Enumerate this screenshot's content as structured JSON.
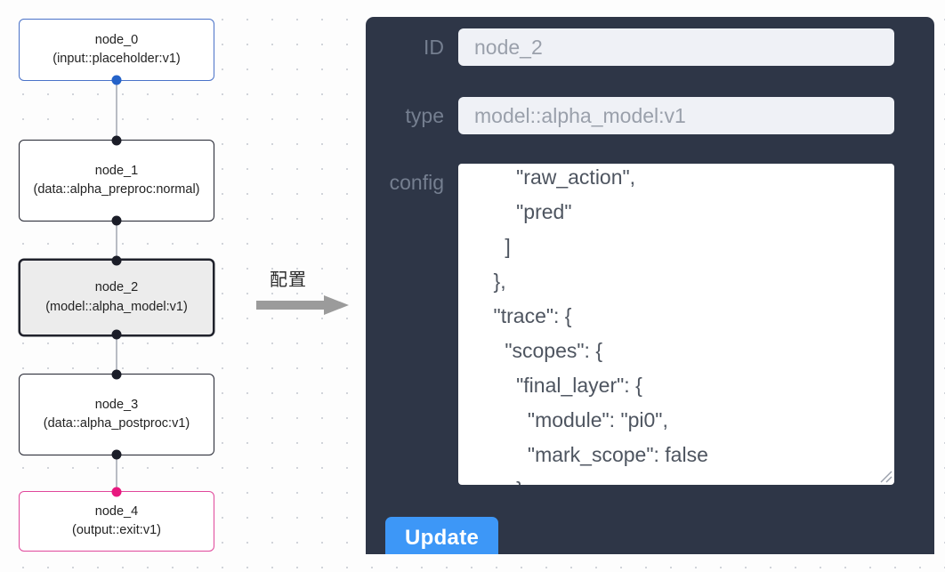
{
  "canvas": {
    "nodes": [
      {
        "id": "node_0",
        "label": "node_0\n(input::placeholder:v1)",
        "state": "input"
      },
      {
        "id": "node_1",
        "label": "node_1\n(data::alpha_preproc:normal)",
        "state": "default"
      },
      {
        "id": "node_2",
        "label": "node_2\n(model::alpha_model:v1)",
        "state": "selected"
      },
      {
        "id": "node_3",
        "label": "node_3\n(data::alpha_postproc:v1)",
        "state": "default"
      },
      {
        "id": "node_4",
        "label": "node_4\n(output::exit:v1)",
        "state": "output"
      }
    ],
    "edges": [
      {
        "from": "node_0",
        "to": "node_1"
      },
      {
        "from": "node_1",
        "to": "node_2"
      },
      {
        "from": "node_2",
        "to": "node_3"
      },
      {
        "from": "node_3",
        "to": "node_4"
      }
    ]
  },
  "transition": {
    "label": "配置",
    "icon": "right-arrow-icon"
  },
  "panel": {
    "id_label": "ID",
    "id_value": "node_2",
    "type_label": "type",
    "type_value": "model::alpha_model:v1",
    "config_label": "config",
    "config_value": "        \"raw_action\",\n        \"pred\"\n      ]\n    },\n    \"trace\": {\n      \"scopes\": {\n        \"final_layer\": {\n          \"module\": \"pi0\",\n          \"mark_scope\": false\n        },\n        \"action_model\": {\n          \"module\": \"action_expert\",\n          \"mark_scope\": true\n        }\n      }\n    }\n  }\n}",
    "update_label": "Update"
  },
  "colors": {
    "panel_bg": "#2e3647",
    "input_node_border": "#4a72c8",
    "output_node_border": "#e0479b",
    "selected_node_bg": "#ececec",
    "update_button_bg": "#3d97f7",
    "edge": "#b9bcc4",
    "field_bg": "#eff1f6",
    "label_text": "#757f90"
  }
}
